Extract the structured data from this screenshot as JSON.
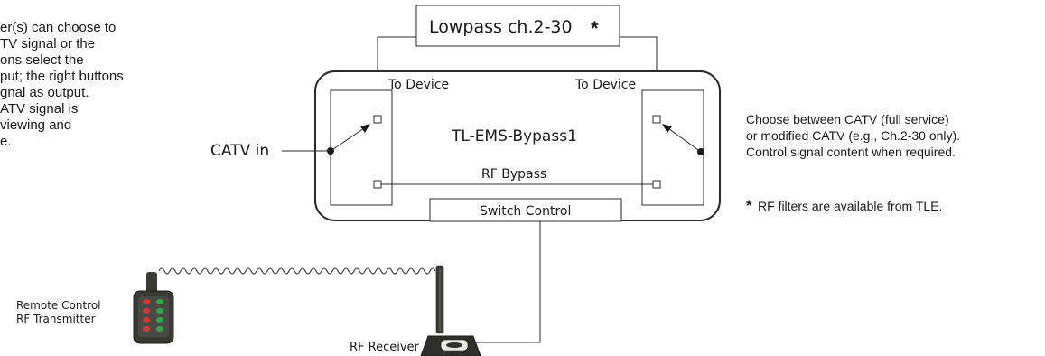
{
  "left_text": [
    "er(s) can choose to",
    "TV signal or the",
    "ons select the",
    "put; the right buttons",
    "gnal as output.",
    "ATV signal is",
    "viewing and",
    "e."
  ],
  "filter_box": {
    "label": "Lowpass ch.2-30",
    "asterisk": "*"
  },
  "device": {
    "name": "TL-EMS-Bypass1",
    "to_device_left": "To Device",
    "to_device_right": "To Device",
    "rf_bypass": "RF Bypass",
    "switch_control": "Switch Control"
  },
  "catv_in": "CATV in",
  "right_text": [
    "Choose between CATV (full service)",
    "or modified CATV (e.g., Ch.2-30 only).",
    "Control signal content when required."
  ],
  "footnote": {
    "asterisk": "*",
    "text": "RF filters are available from TLE."
  },
  "remote": {
    "line1": "Remote Control",
    "line2": "RF Transmitter"
  },
  "receiver": {
    "label": "RF Receiver"
  }
}
